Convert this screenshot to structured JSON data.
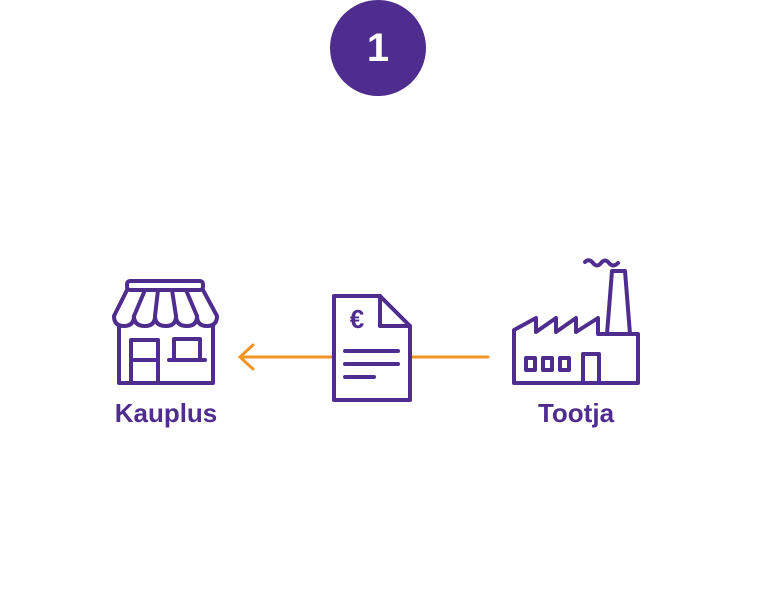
{
  "step": {
    "number": "1"
  },
  "nodes": {
    "shop": {
      "label": "Kauplus",
      "icon": "shop-icon"
    },
    "invoice": {
      "icon": "euro-invoice-icon",
      "currency_symbol": "€"
    },
    "factory": {
      "label": "Tootja",
      "icon": "factory-icon"
    }
  },
  "colors": {
    "primary": "#4f2d8f",
    "arrow": "#f29423",
    "background": "#ffffff"
  }
}
